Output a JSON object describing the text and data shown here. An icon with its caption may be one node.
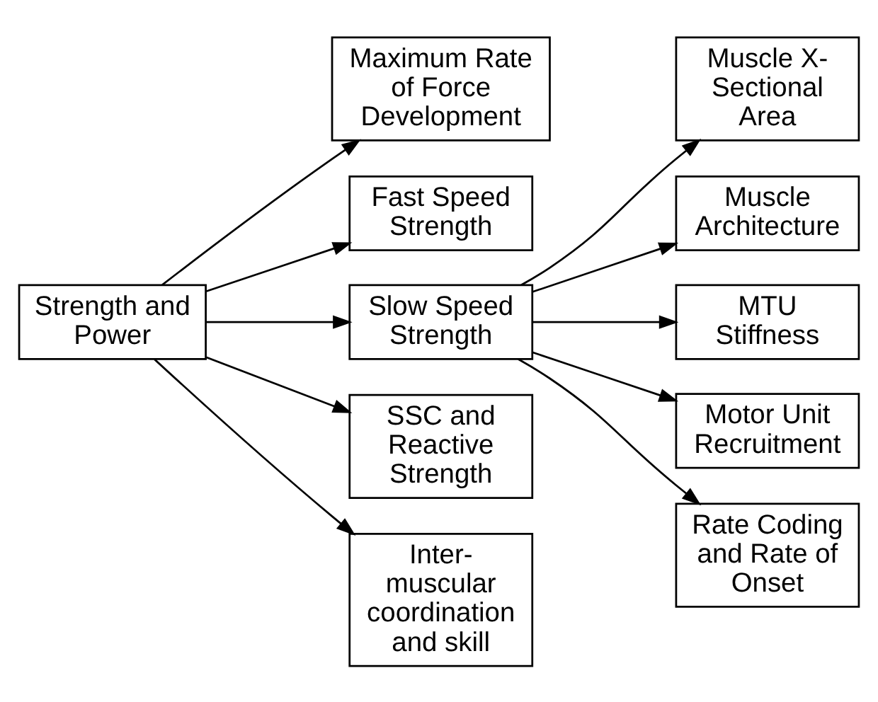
{
  "diagram": {
    "nodes": [
      {
        "text": [
          "Strength and Power"
        ]
      },
      {
        "text": [
          "Maximum Rate of Force Development"
        ]
      },
      {
        "text": [
          "Fast Speed Strength"
        ]
      },
      {
        "text": [
          "Slow Speed Strength"
        ]
      },
      {
        "text": [
          "SSC and Reactive Strength"
        ]
      },
      {
        "text": [
          "Inter- muscular coordination and skill"
        ]
      },
      {
        "text": [
          "Muscle X- Sectional Area"
        ]
      },
      {
        "text": [
          "Muscle Architecture"
        ]
      },
      {
        "text": [
          "MTU Stiffness"
        ]
      },
      {
        "text": [
          "Motor Unit Recruitment"
        ]
      },
      {
        "text": [
          "Rate Coding and Rate of Onset"
        ]
      }
    ],
    "edges": [
      {
        "from": 0,
        "to": 1,
        "arrow": "to"
      },
      {
        "from": 0,
        "to": 2,
        "arrow": "to"
      },
      {
        "from": 0,
        "to": 3,
        "arrow": "to"
      },
      {
        "from": 0,
        "to": 4,
        "arrow": "to"
      },
      {
        "from": 0,
        "to": 5,
        "arrow": "to"
      },
      {
        "from": 3,
        "to": 6,
        "arrow": "to"
      },
      {
        "from": 3,
        "to": 7,
        "arrow": "to"
      },
      {
        "from": 3,
        "to": 8,
        "arrow": "to"
      },
      {
        "from": 3,
        "to": 9,
        "arrow": "to"
      },
      {
        "from": 3,
        "to": 10,
        "arrow": "to"
      }
    ]
  }
}
